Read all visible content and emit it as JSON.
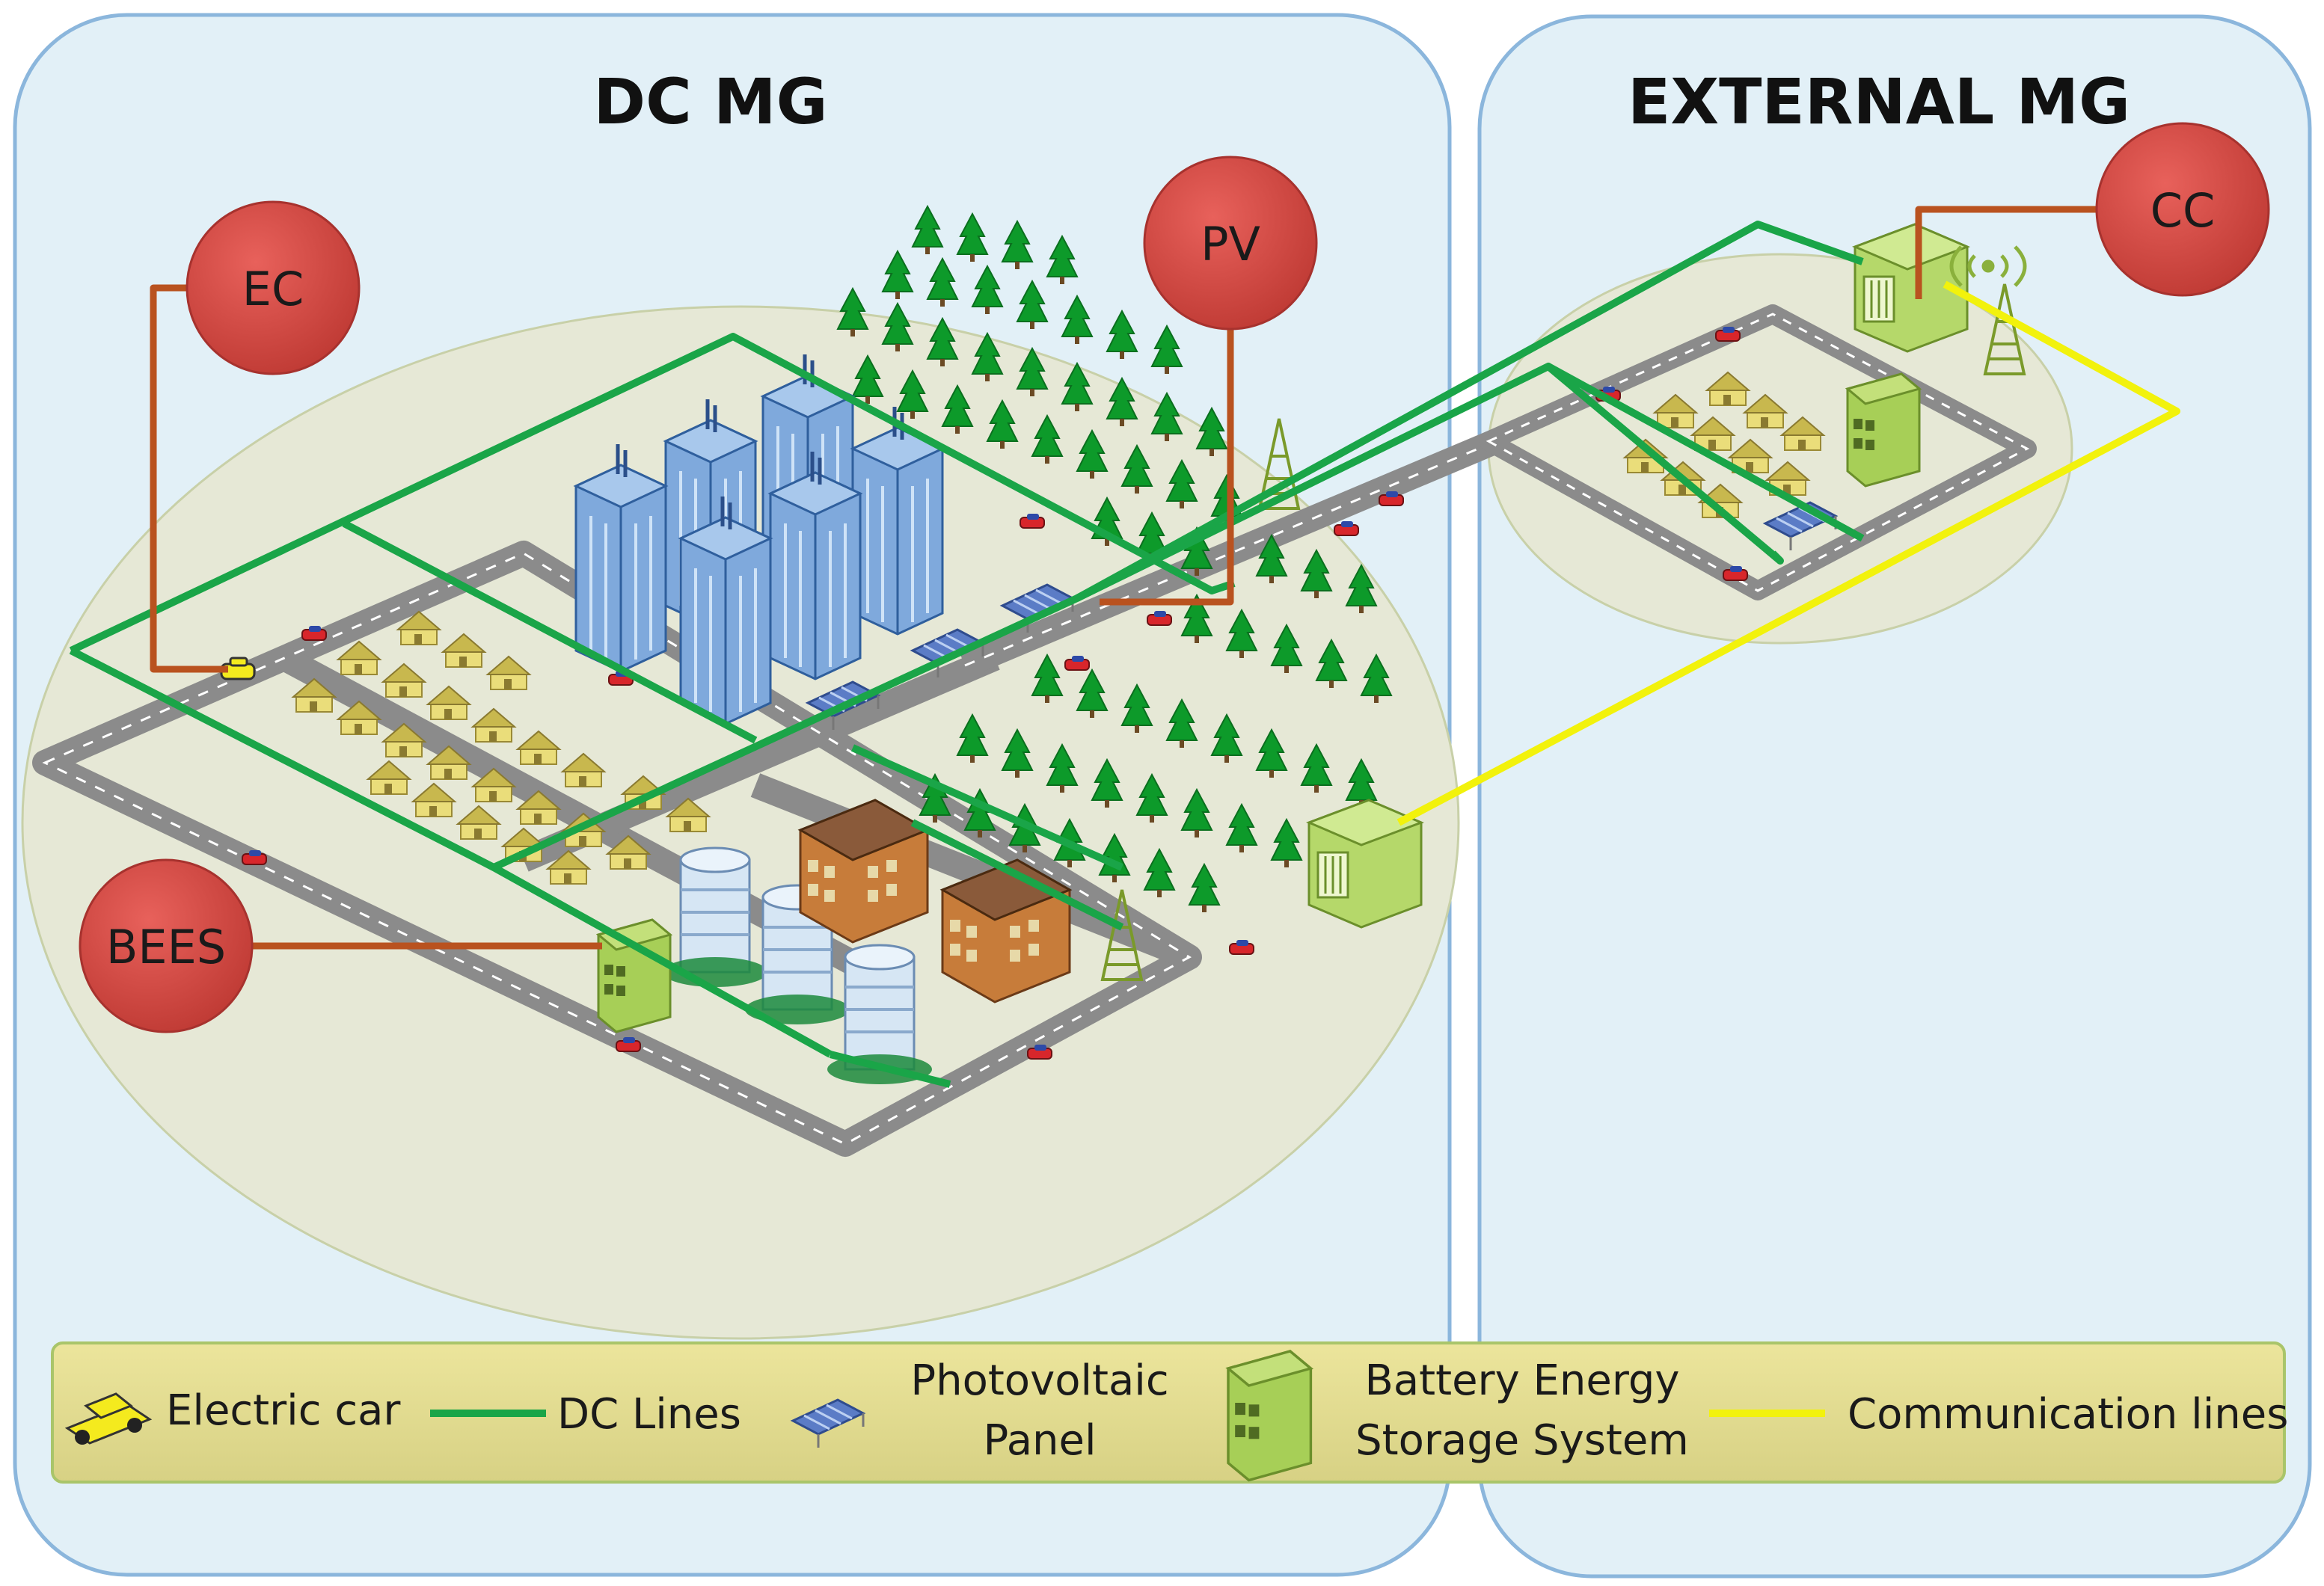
{
  "panels": {
    "dc_title": "DC MG",
    "external_title": "EXTERNAL MG"
  },
  "nodes": {
    "ec": "EC",
    "pv": "PV",
    "bees": "BEES",
    "cc": "CC"
  },
  "legend": {
    "electric_car": "Electric car",
    "dc_lines": "DC Lines",
    "pv_panel_line1": "Photovoltaic",
    "pv_panel_line2": "Panel",
    "bess_line1": "Battery Energy",
    "bess_line2": "Storage System",
    "comm_lines": "Communication lines"
  },
  "colors": {
    "panel_fill": "#e2f0f7",
    "panel_stroke": "#8bb6dc",
    "bubble": "#d94a45",
    "bubble_link": "#b9521f",
    "dc_line": "#1aa548",
    "comm_line": "#f2f20c",
    "road": "#8b8b8b",
    "legend_fill": "#e3dc8e"
  }
}
